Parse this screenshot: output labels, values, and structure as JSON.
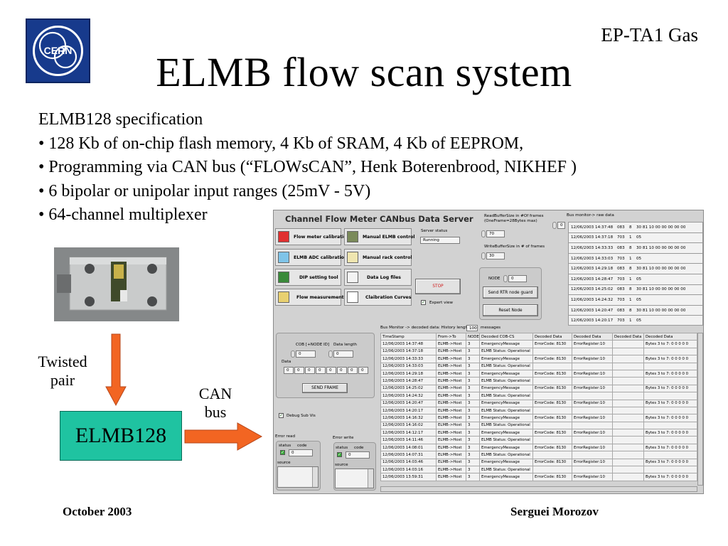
{
  "slide": {
    "logo_text": "CERN",
    "group": "EP-TA1 Gas",
    "title": "ELMB flow scan system",
    "spec_heading": "ELMB128 specification",
    "spec_items": [
      "128 Kb of on-chip flash memory, 4 Kb of SRAM, 4 Kb of EEPROM,",
      "Programming via CAN bus (“FLOWsCAN”,  Henk Boterenbrood, NIKHEF )",
      "6 bipolar or unipolar input ranges (25mV - 5V)",
      "64-channel multiplexer"
    ],
    "twisted_pair": "Twisted pair",
    "elmb_box": "ELMB128",
    "can_bus": "CAN bus",
    "date": "October 2003",
    "author": "Serguei Morozov"
  },
  "panel": {
    "title": "Channel Flow Meter CANbus Data Server",
    "buttons": {
      "flow_cal": "Flow meter calibration",
      "manual_elmb": "Manual ELMB control",
      "adc_cal": "ELMB ADC calibration",
      "manual_rack": "Manual rack control",
      "dip_tool": "DIP setting tool",
      "data_log": "Data Log files",
      "flow_meas": "Flow measurement",
      "cal_curves": "Claibration Curves",
      "stop": "STOP",
      "send_rtr": "Send RTR node guard",
      "reset_node": "Reset Node",
      "send_frame": "SEND FRAME"
    },
    "server_status_label": "Server status",
    "server_status_value": "Running",
    "expert_view_label": "Expert view",
    "read_buffer_label": "ReadBufferSize in #Of frames (OneFrame=28Bytes max)",
    "read_buffer_value": "70",
    "write_buffer_label": "WriteBufferSize in # of frames",
    "write_buffer_value": "30",
    "bus_raw_label": "Bus monitor-> raw data",
    "bus_raw_index": "0",
    "node_label": "NODE",
    "node_value": "0",
    "raw_rows": [
      [
        "12/06/2003 14:37:48",
        "083",
        "8",
        "30 81 10 00 00 00 00 00"
      ],
      [
        "12/06/2003 14:37:18",
        "703",
        "1",
        "05"
      ],
      [
        "12/06/2003 14:33:33",
        "083",
        "8",
        "30 81 10 00 00 00 00 00"
      ],
      [
        "12/06/2003 14:33:03",
        "703",
        "1",
        "05"
      ],
      [
        "12/06/2003 14:29:18",
        "083",
        "8",
        "30 81 10 00 00 00 00 00"
      ],
      [
        "12/06/2003 14:28:47",
        "703",
        "1",
        "05"
      ],
      [
        "12/06/2003 14:25:02",
        "083",
        "8",
        "30 81 10 00 00 00 00 00"
      ],
      [
        "12/06/2003 14:24:32",
        "703",
        "1",
        "05"
      ],
      [
        "12/06/2003 14:20:47",
        "083",
        "8",
        "30 81 10 00 00 00 00 00"
      ],
      [
        "12/06/2003 14:20:17",
        "703",
        "1",
        "05"
      ]
    ],
    "decoded_label": "Bus Monitor -> decoded data: History length",
    "history_length": "100",
    "decoded_messages": "messages",
    "cob_label": "COB [+NODE ID]",
    "cob_value": "0",
    "data_length_label": "Data length",
    "data_length_value": "0",
    "data_label": "Data",
    "data_bytes": [
      "0",
      "0",
      "0",
      "0",
      "0",
      "0",
      "0",
      "0"
    ],
    "debug_sub_vis": "Debug Sub Vis",
    "error_read": "Error read",
    "error_write": "Error write",
    "status_label": "status",
    "code_label": "code",
    "code_value": "0",
    "source_label": "source",
    "decoded_headers": [
      "TimeStamp",
      "From->To",
      "NODE",
      "Decoded COB-CS",
      "Decoded Data",
      "Decoded Data",
      "Decoded Data",
      "Decoded Data"
    ],
    "decoded_rows": [
      [
        "12/06/2003 14:37:48",
        "ELMB->Host",
        "3",
        "EmergencyMessage",
        "ErrorCode: 8130",
        "ErrorRegister:10",
        "",
        "Bytes 3 to 7: 0  0  0  0  0"
      ],
      [
        "12/06/2003 14:37:18",
        "ELMB->Host",
        "3",
        "ELMB Status: Operational",
        "",
        "",
        "",
        ""
      ],
      [
        "12/06/2003 14:33:33",
        "ELMB->Host",
        "3",
        "EmergencyMessage",
        "ErrorCode: 8130",
        "ErrorRegister:10",
        "",
        "Bytes 3 to 7: 0  0  0  0  0"
      ],
      [
        "12/06/2003 14:33:03",
        "ELMB->Host",
        "3",
        "ELMB Status: Operational",
        "",
        "",
        "",
        ""
      ],
      [
        "12/06/2003 14:29:18",
        "ELMB->Host",
        "3",
        "EmergencyMessage",
        "ErrorCode: 8130",
        "ErrorRegister:10",
        "",
        "Bytes 3 to 7: 0  0  0  0  0"
      ],
      [
        "12/06/2003 14:28:47",
        "ELMB->Host",
        "3",
        "ELMB Status: Operational",
        "",
        "",
        "",
        ""
      ],
      [
        "12/06/2003 14:25:02",
        "ELMB->Host",
        "3",
        "EmergencyMessage",
        "ErrorCode: 8130",
        "ErrorRegister:10",
        "",
        "Bytes 3 to 7: 0  0  0  0  0"
      ],
      [
        "12/06/2003 14:24:32",
        "ELMB->Host",
        "3",
        "ELMB Status: Operational",
        "",
        "",
        "",
        ""
      ],
      [
        "12/06/2003 14:20:47",
        "ELMB->Host",
        "3",
        "EmergencyMessage",
        "ErrorCode: 8130",
        "ErrorRegister:10",
        "",
        "Bytes 3 to 7: 0  0  0  0  0"
      ],
      [
        "12/06/2003 14:20:17",
        "ELMB->Host",
        "3",
        "ELMB Status: Operational",
        "",
        "",
        "",
        ""
      ],
      [
        "12/06/2003 14:16:32",
        "ELMB->Host",
        "3",
        "EmergencyMessage",
        "ErrorCode: 8130",
        "ErrorRegister:10",
        "",
        "Bytes 3 to 7: 0  0  0  0  0"
      ],
      [
        "12/06/2003 14:16:02",
        "ELMB->Host",
        "3",
        "ELMB Status: Operational",
        "",
        "",
        "",
        ""
      ],
      [
        "12/06/2003 14:12:17",
        "ELMB->Host",
        "3",
        "EmergencyMessage",
        "ErrorCode: 8130",
        "ErrorRegister:10",
        "",
        "Bytes 3 to 7: 0  0  0  0  0"
      ],
      [
        "12/06/2003 14:11:46",
        "ELMB->Host",
        "3",
        "ELMB Status: Operational",
        "",
        "",
        "",
        ""
      ],
      [
        "12/06/2003 14:08:01",
        "ELMB->Host",
        "3",
        "EmergencyMessage",
        "ErrorCode: 8130",
        "ErrorRegister:10",
        "",
        "Bytes 3 to 7: 0  0  0  0  0"
      ],
      [
        "12/06/2003 14:07:31",
        "ELMB->Host",
        "3",
        "ELMB Status: Operational",
        "",
        "",
        "",
        ""
      ],
      [
        "12/06/2003 14:03:46",
        "ELMB->Host",
        "3",
        "EmergencyMessage",
        "ErrorCode: 8130",
        "ErrorRegister:10",
        "",
        "Bytes 3 to 7: 0  0  0  0  0"
      ],
      [
        "12/06/2003 14:03:16",
        "ELMB->Host",
        "3",
        "ELMB Status: Operational",
        "",
        "",
        "",
        ""
      ],
      [
        "12/06/2003 13:59:31",
        "ELMB->Host",
        "3",
        "EmergencyMessage",
        "ErrorCode: 8130",
        "ErrorRegister:10",
        "",
        "Bytes 3 to 7: 0  0  0  0  0"
      ]
    ]
  },
  "colors": {
    "elmb_box": "#1fc3a1",
    "arrow": "#f26522",
    "logo_bg": "#173a8c",
    "stop_text": "#d01818"
  }
}
